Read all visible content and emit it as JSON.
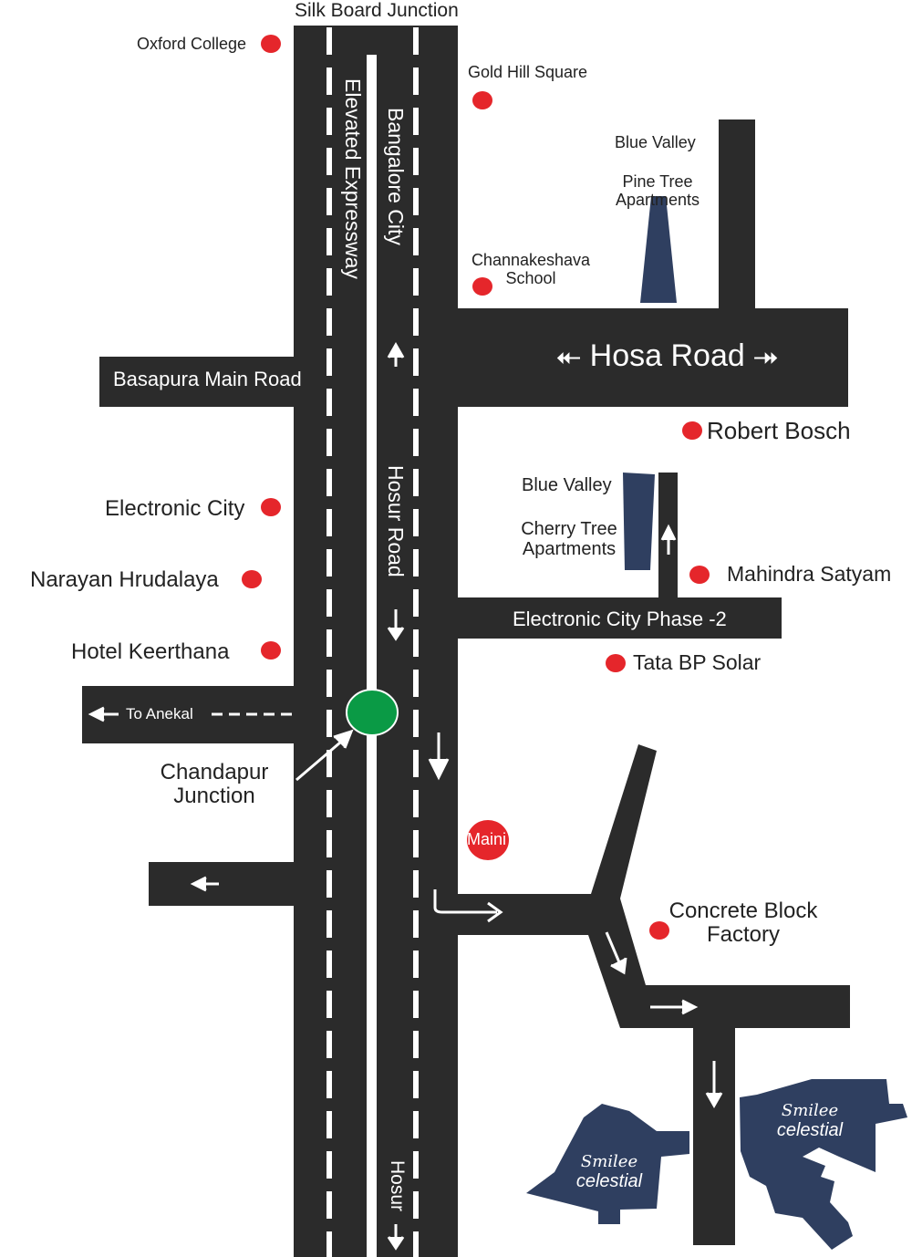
{
  "roads": {
    "main_road_top": "Silk Board Junction",
    "expressway": "Elevated Expressway",
    "to_city": "Bangalore City",
    "hosur_road": "Hosur Road",
    "hosur": "Hosur",
    "basapura": "Basapura Main Road",
    "hosa_road": "Hosa Road",
    "ec_phase2_a": "Electronic City",
    "ec_phase2_b": "Phase -2",
    "to_anekal": "To Anekal"
  },
  "landmarks": {
    "oxford": "Oxford College",
    "gold_hill": "Gold Hill Square",
    "blue_valley_1": "Blue Valley",
    "pine_tree": "Pine Tree Apartments",
    "channakeshava": "Channakeshava School",
    "robert_bosch": "Robert Bosch",
    "electronic_city": "Electronic City",
    "narayan": "Narayan Hrudalaya",
    "hotel": "Hotel Keerthana",
    "blue_valley_2": "Blue Valley",
    "cherry_tree": "Cherry Tree Apartments",
    "mahindra": "Mahindra Satyam",
    "tata": "Tata BP Solar",
    "chandapur": "Chandapur Junction",
    "maini": "Maini",
    "concrete": "Concrete Block Factory"
  },
  "project": {
    "brand": "Smilee",
    "name": "celestial"
  },
  "colors": {
    "road": "#2b2b2b",
    "marker": "#e5262b",
    "junction": "#0a9a45",
    "building": "#2f3f60"
  }
}
